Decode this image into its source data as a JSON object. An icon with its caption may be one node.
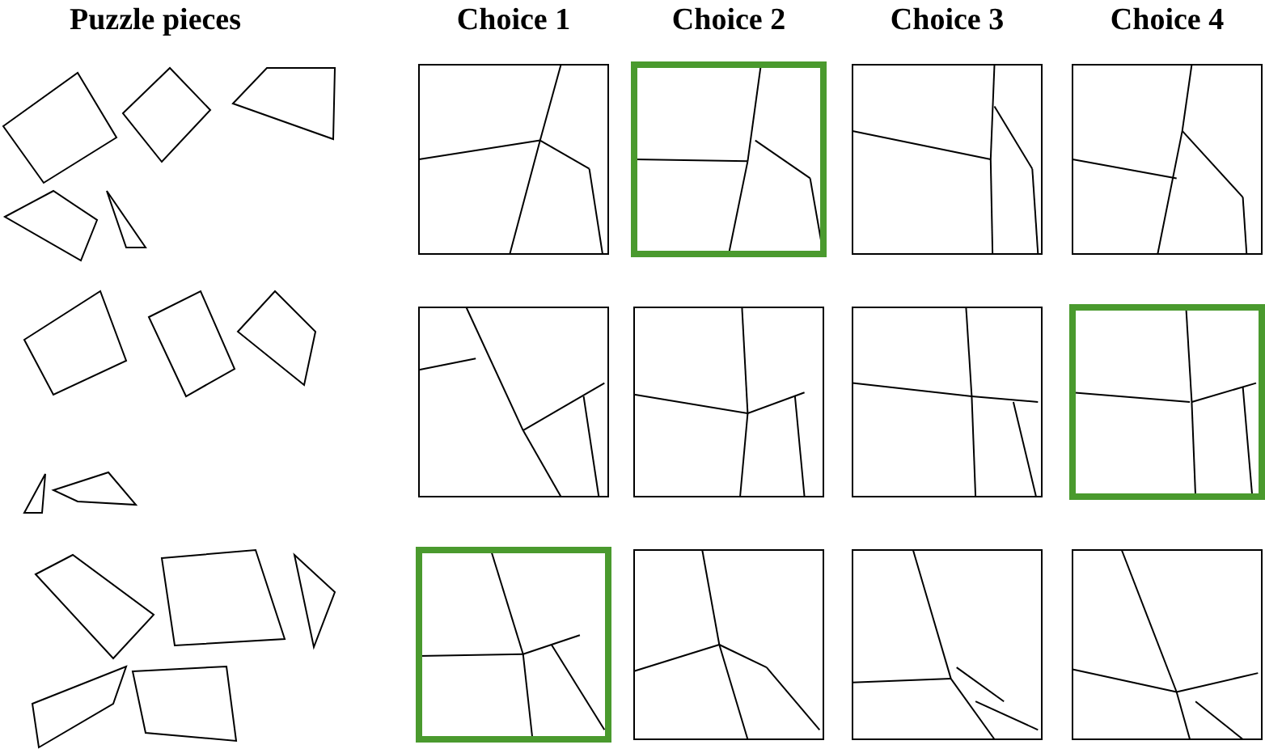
{
  "diagram": {
    "labels": [
      "Puzzle pieces",
      "Choice 1",
      "Choice 2",
      "Choice 3",
      "Choice 4"
    ]
  }
}
